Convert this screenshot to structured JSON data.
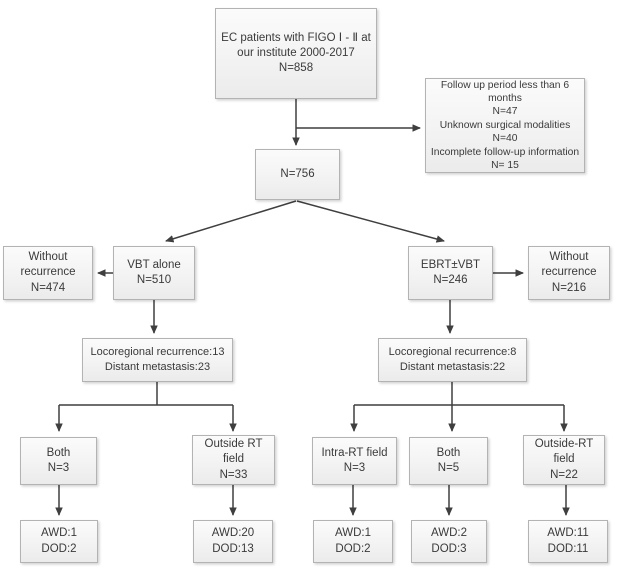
{
  "colors": {
    "background": "#ffffff",
    "box_fill_top": "#fbfbfb",
    "box_fill_bottom": "#ebebeb",
    "box_border": "#b3b3b3",
    "connector_line": "#3f3f3f",
    "text": "#3a3a3a"
  },
  "boxes": {
    "top": [
      "EC patients with FIGO Ⅰ - Ⅱ at",
      "our institute 2000-2017",
      "N=858"
    ],
    "exclusion": [
      "Follow up period  less than 6",
      "months",
      "N=47",
      "Unknown surgical modalities",
      "N=40",
      "Incomplete follow-up information",
      "N= 15"
    ],
    "n756": [
      "N=756"
    ],
    "without_recurrence_left": [
      "Without",
      "recurrence",
      "N=474"
    ],
    "vbt_alone": [
      "VBT alone",
      "N=510"
    ],
    "ebrt_vbt": [
      "EBRT±VBT",
      "N=246"
    ],
    "without_recurrence_right": [
      "Without",
      "recurrence",
      "N=216"
    ],
    "recurrence_vbt": [
      "Locoregional recurrence:13",
      "Distant metastasis:23"
    ],
    "recurrence_ebrt": [
      "Locoregional recurrence:8",
      "Distant metastasis:22"
    ],
    "vbt_both": [
      "Both",
      "N=3"
    ],
    "vbt_outside_rt": [
      "Outside RT",
      "field",
      "N=33"
    ],
    "ebrt_intra_rt": [
      "Intra-RT field",
      "N=3"
    ],
    "ebrt_both": [
      "Both",
      "N=5"
    ],
    "ebrt_outside_rt": [
      "Outside-RT",
      "field",
      "N=22"
    ],
    "outcome_vbt_both": [
      "AWD:1",
      "DOD:2"
    ],
    "outcome_vbt_outside": [
      "AWD:20",
      "DOD:13"
    ],
    "outcome_ebrt_intra": [
      "AWD:1",
      "DOD:2"
    ],
    "outcome_ebrt_both": [
      "AWD:2",
      "DOD:3"
    ],
    "outcome_ebrt_outside": [
      "AWD:11",
      "DOD:11"
    ]
  }
}
